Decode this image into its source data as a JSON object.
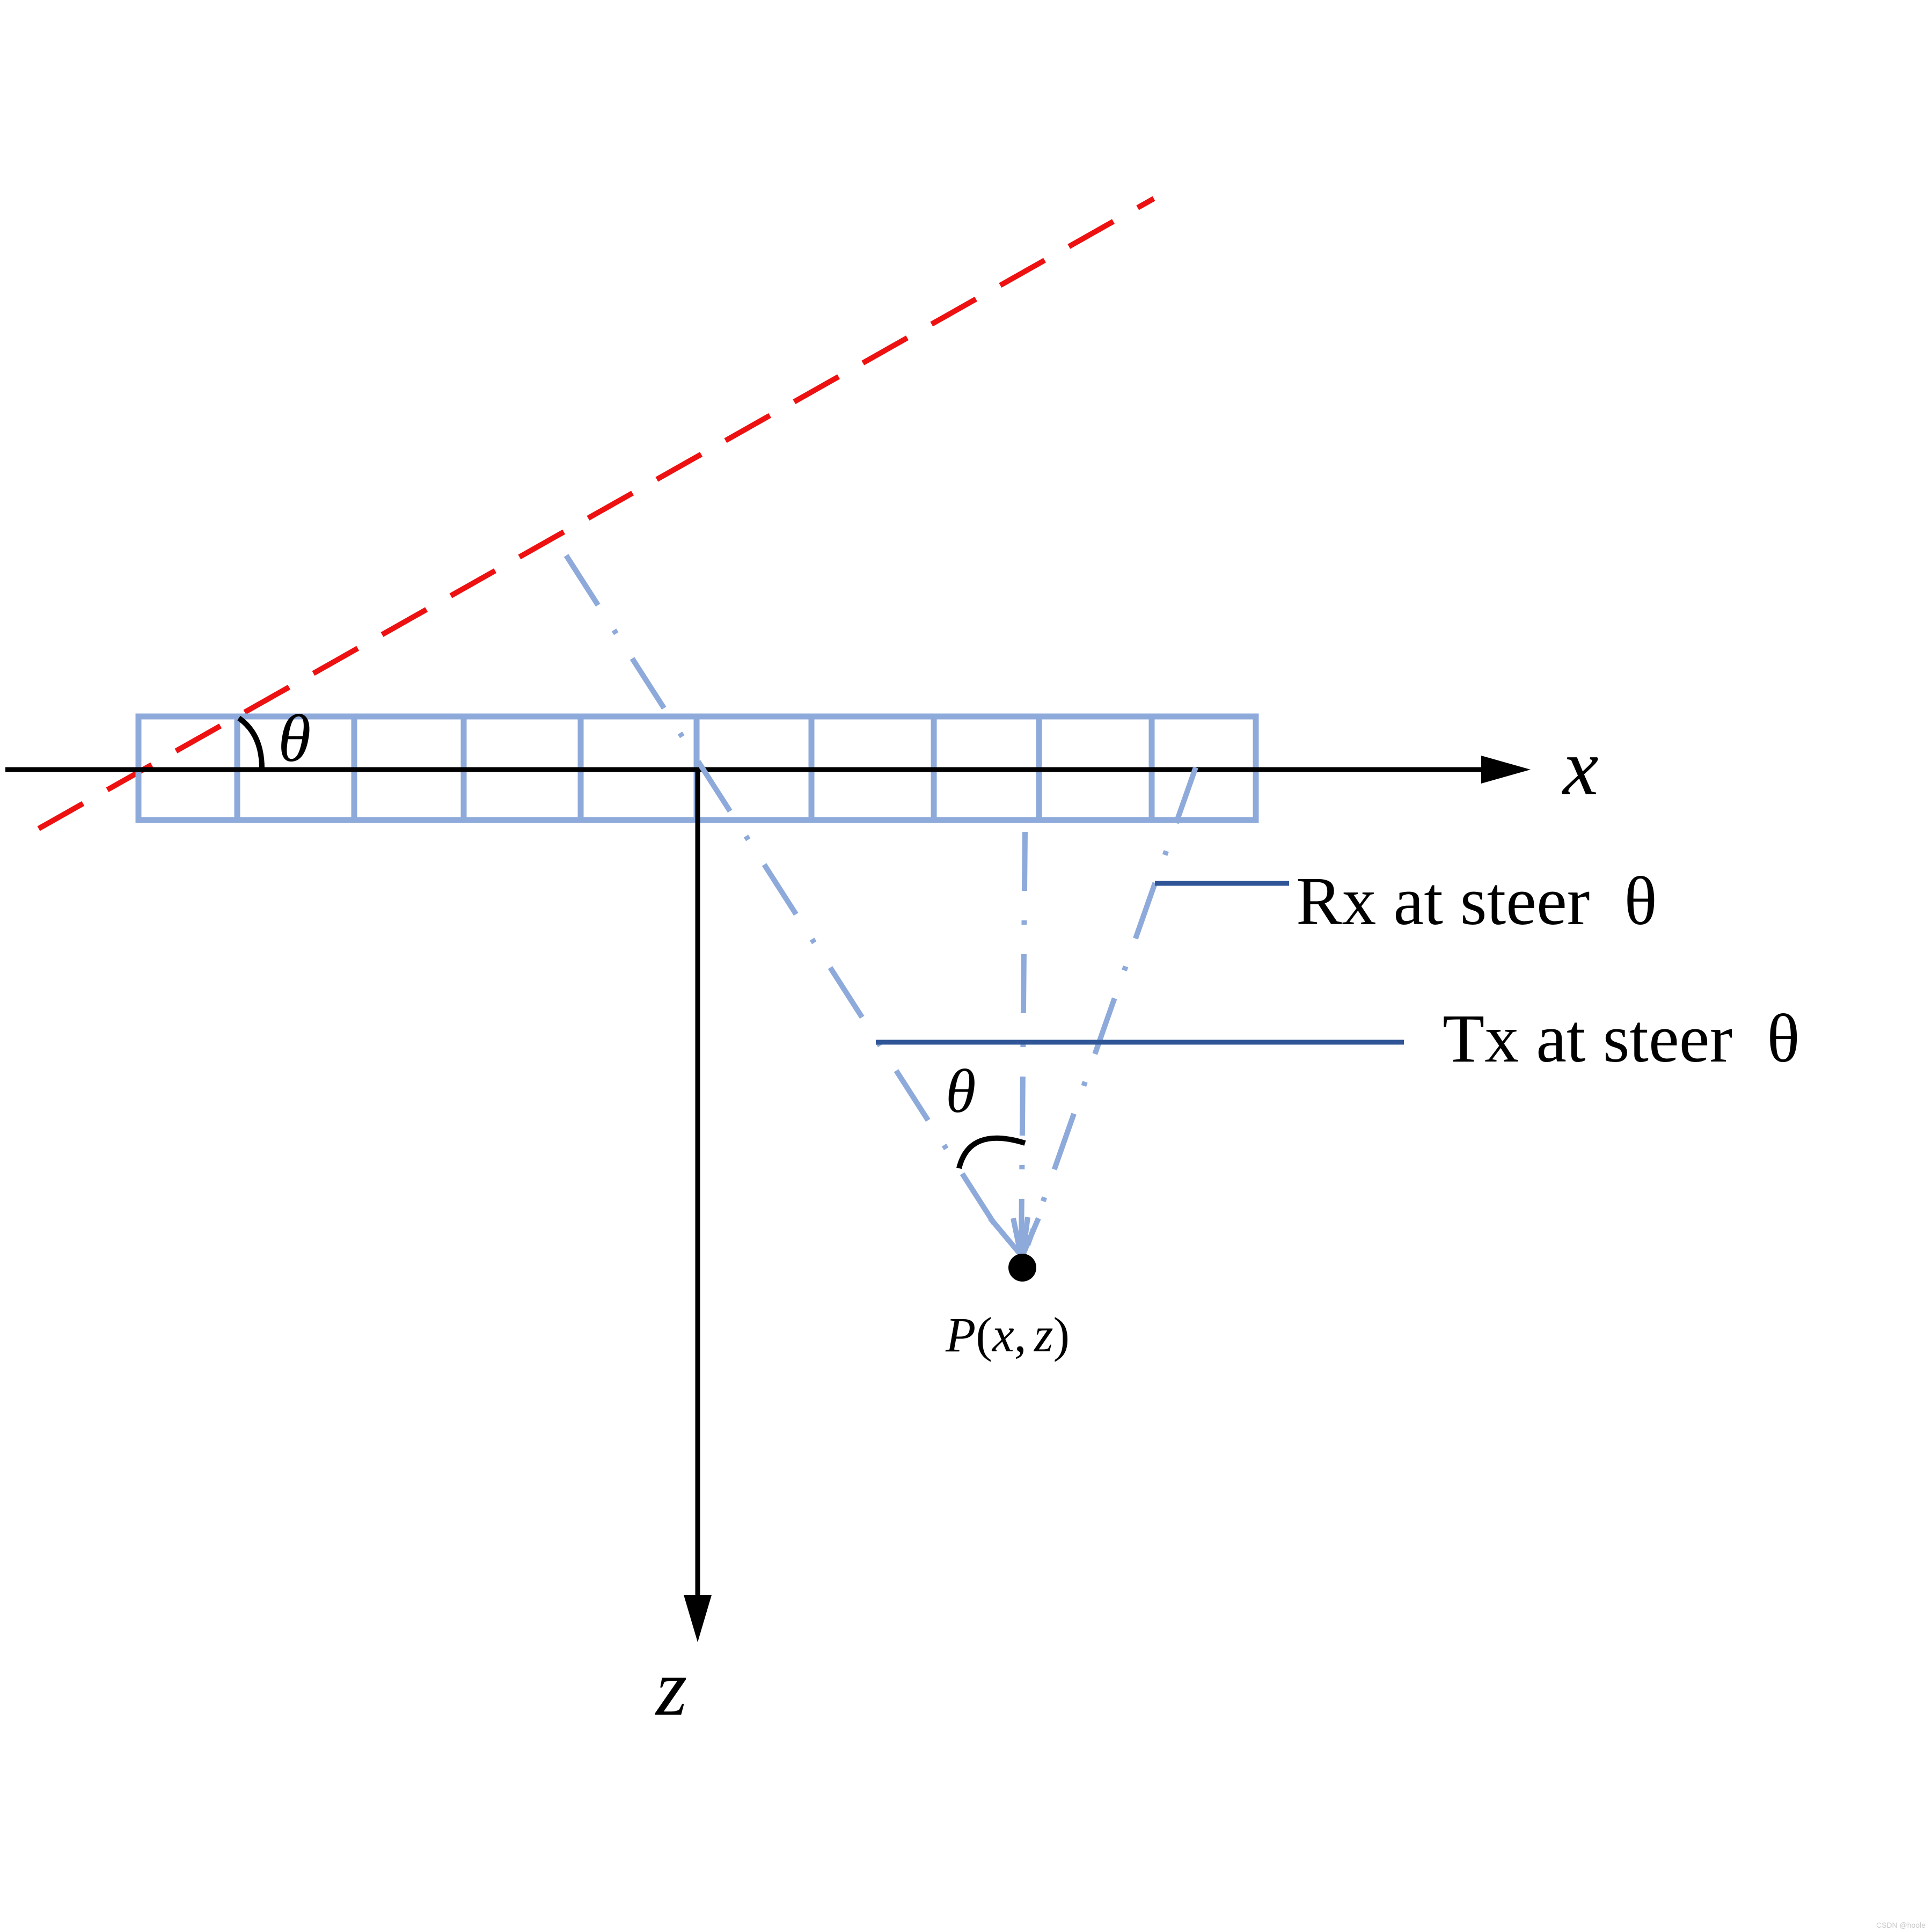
{
  "labels": {
    "x_axis": "x",
    "z_axis": "z",
    "theta_top": "θ",
    "theta_bottom": "θ",
    "rx_label": "Rx at steer  θ",
    "tx_label": "Tx at steer  θ",
    "point_p": "P",
    "point_open": "(",
    "point_x": "x",
    "point_comma": ",",
    "point_z": "z",
    "point_close": ")",
    "watermark": "CSDN @hoole"
  },
  "colors": {
    "axis": "#000000",
    "array": "#8eaadb",
    "wavefront": "#ee1111",
    "paths": "#8eaadb",
    "leader": "#2f5597"
  }
}
